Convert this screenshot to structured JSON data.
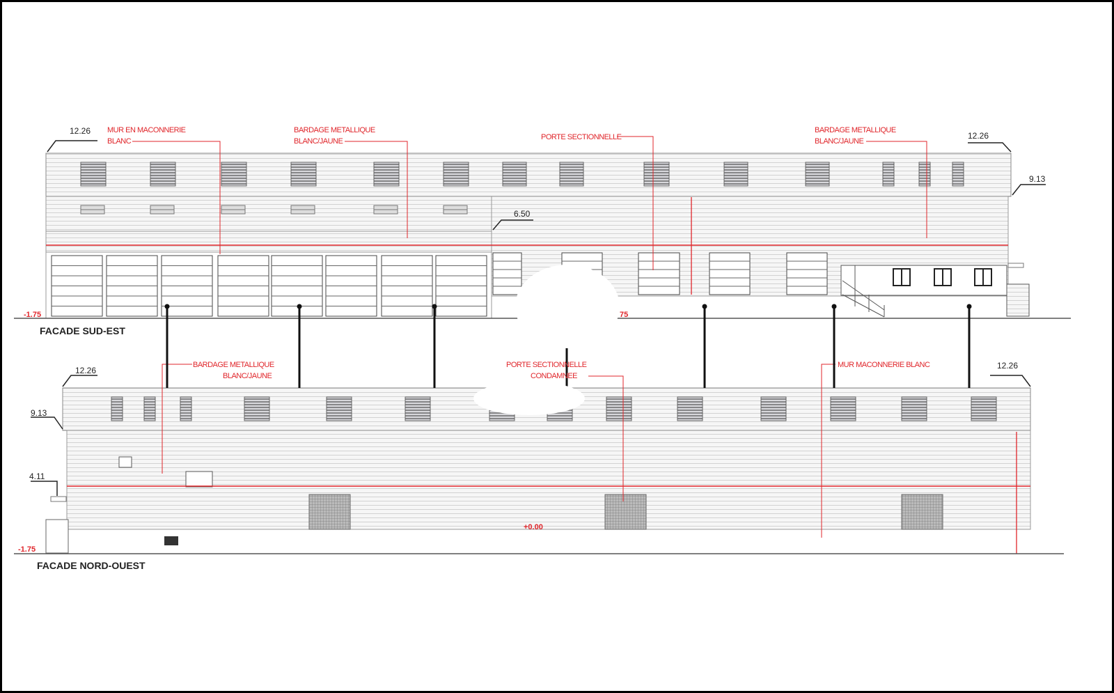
{
  "facade_sud_est": {
    "title": "FACADE SUD-EST",
    "level_left": "12.26",
    "level_right": "12.26",
    "level_913": "9.13",
    "level_650": "6.50",
    "level_ground": "-1.75",
    "level_ground_partial": "75",
    "labels": [
      {
        "line1": "MUR EN MACONNERIE",
        "line2": "BLANC"
      },
      {
        "line1": "BARDAGE METALLIQUE",
        "line2": "BLANC/JAUNE"
      },
      {
        "line1": "PORTE SECTIONNELLE",
        "line2": ""
      },
      {
        "line1": "BARDAGE METALLIQUE",
        "line2": "BLANC/JAUNE"
      }
    ]
  },
  "facade_nord_ouest": {
    "title": "FACADE NORD-OUEST",
    "level_left": "12.26",
    "level_right": "12.26",
    "level_913": "9.13",
    "level_411": "4.11",
    "level_zero": "+0.00",
    "level_ground": "-1.75",
    "labels": [
      {
        "line1": "BARDAGE METALLIQUE",
        "line2": "BLANC/JAUNE"
      },
      {
        "line1": "PORTE SECTIONNELLE",
        "line2": "CONDAMNEE"
      },
      {
        "line1": "MUR MACONNERIE BLANC",
        "line2": ""
      }
    ]
  },
  "colors": {
    "annotation": "#e0262b",
    "line": "#222222",
    "cladding": "#ececec"
  }
}
